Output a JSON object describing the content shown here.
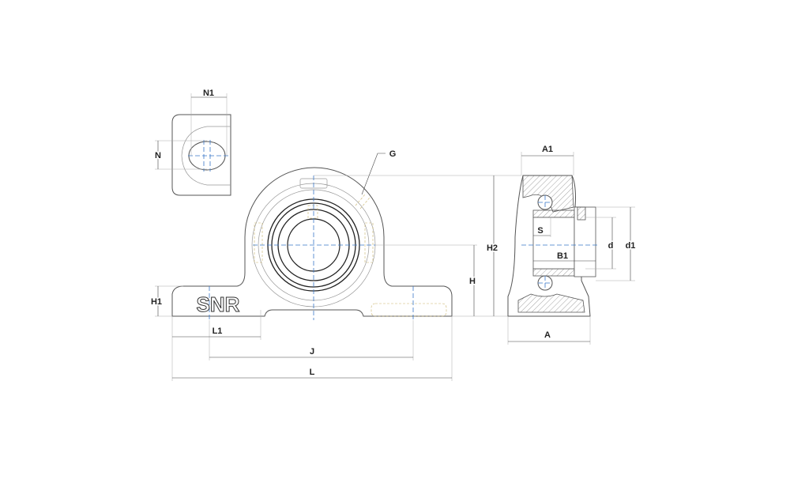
{
  "drawing": {
    "brand": "SNR",
    "dimensions": {
      "N1": "N1",
      "N": "N",
      "G": "G",
      "H1": "H1",
      "L1": "L1",
      "J": "J",
      "L": "L",
      "H": "H",
      "H2": "H2",
      "A1": "A1",
      "A": "A",
      "S": "S",
      "B1": "B1",
      "d": "d",
      "d1": "d1"
    }
  }
}
